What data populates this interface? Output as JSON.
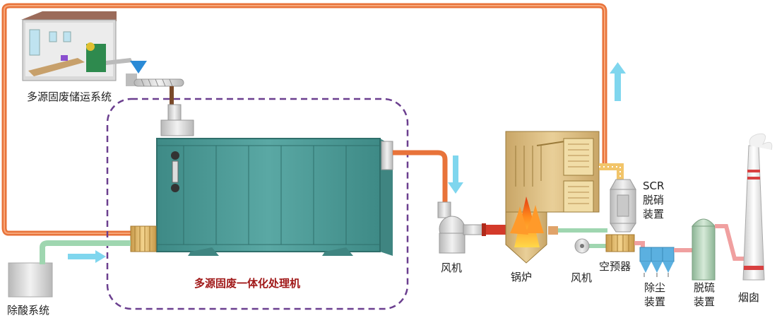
{
  "labels": {
    "storage": "多源固废储运系统",
    "acid": "除酸系统",
    "core": "多源固废一体化处理机",
    "fan1": "风机",
    "boiler": "锅炉",
    "fan2": "风机",
    "air_preheater": "空预器",
    "scr_line1": "SCR",
    "scr_line2": "脱硝",
    "scr_line3": "装置",
    "dust_line1": "除尘",
    "dust_line2": "装置",
    "desulf_line1": "脱硫",
    "desulf_line2": "装置",
    "chimney": "烟囱"
  },
  "colors": {
    "pipe_orange": "#e8733a",
    "pipe_green": "#9fd6b0",
    "machine_teal": "#4d9a96",
    "flow_arrow": "#7fd6ee",
    "boundary_dashed": "#6b3f8f",
    "core_title": "#a01818"
  }
}
